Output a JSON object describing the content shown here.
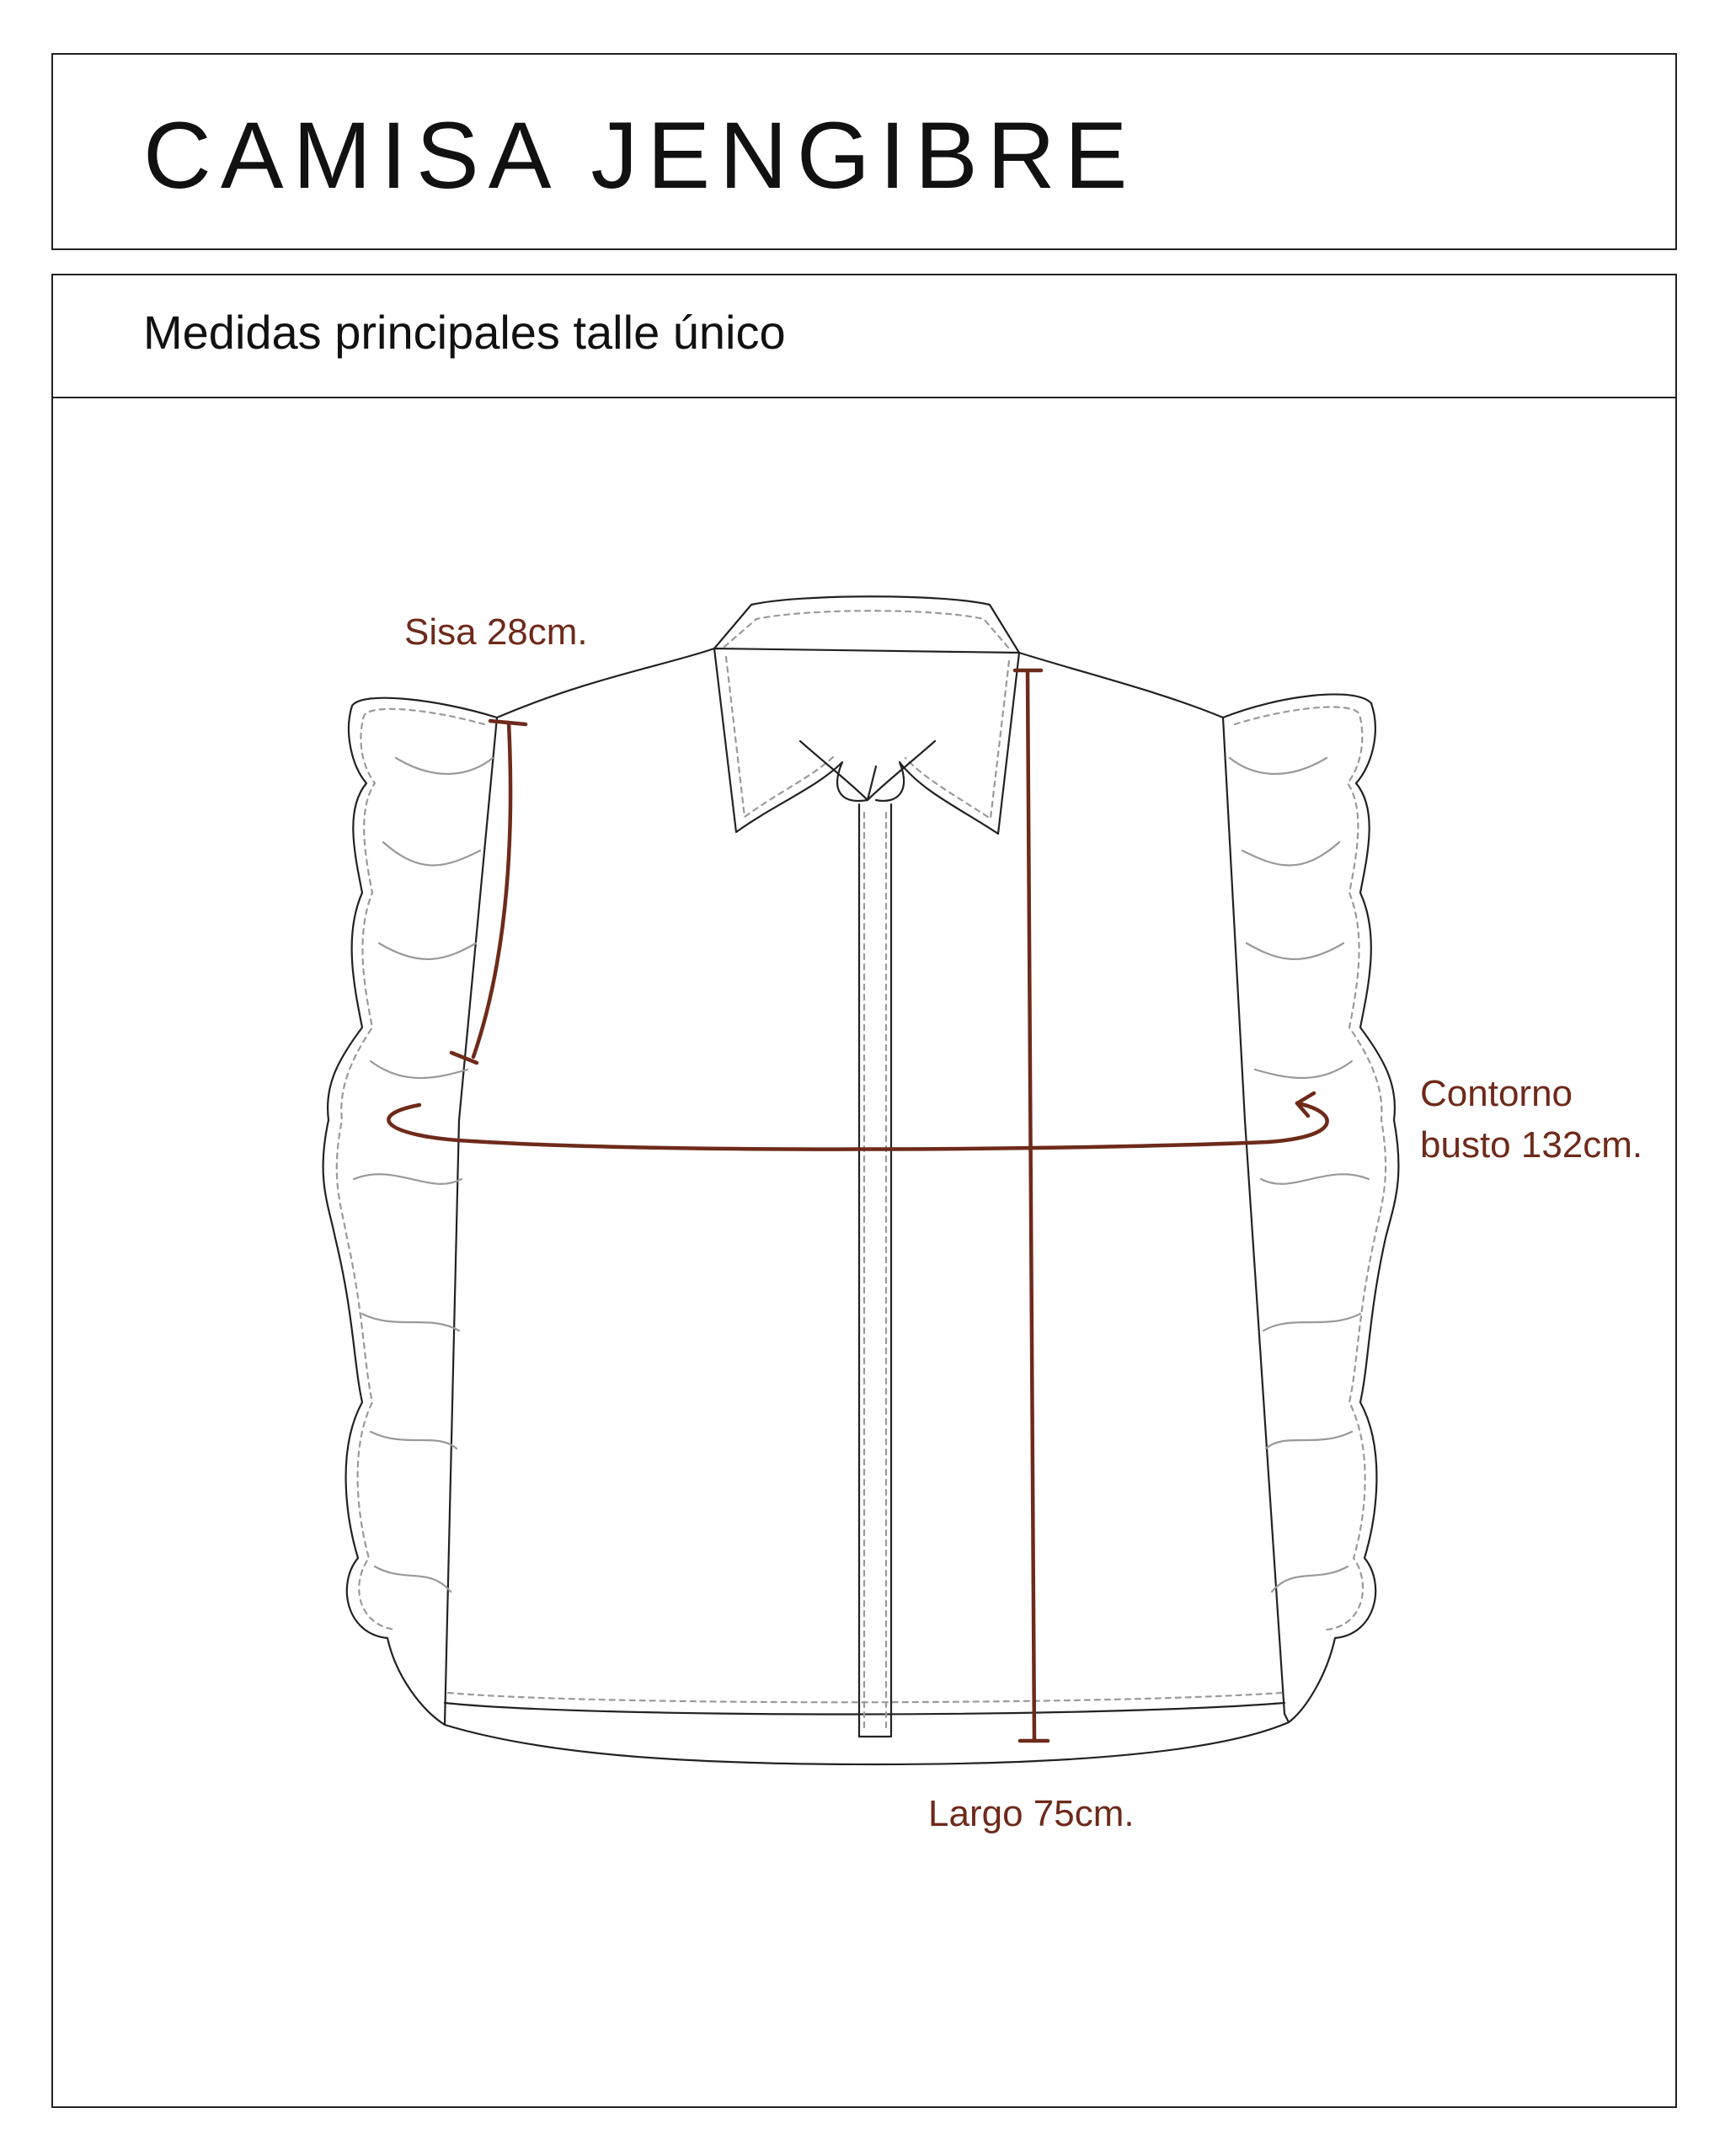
{
  "header": {
    "title": "CAMISA JENGIBRE"
  },
  "section": {
    "subtitle": "Medidas principales talle único"
  },
  "measurements": {
    "armhole": "Sisa 28cm.",
    "bust_line1": "Contorno",
    "bust_line2": "busto 132cm.",
    "length": "Largo 75cm."
  },
  "colors": {
    "accent": "#6e2a1a",
    "line": "#222222",
    "stitch": "#9a9a9a"
  }
}
